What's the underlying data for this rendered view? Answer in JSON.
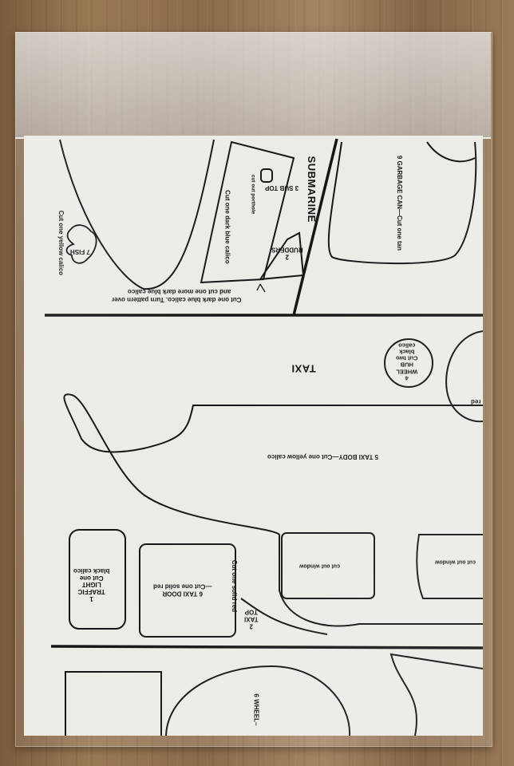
{
  "pattern": {
    "submarine": {
      "section_title": "SUBMARINE",
      "sub_top_lines": [
        "3 SUB TOP"
      ],
      "porthole_note": "cut out porthole",
      "sub_top_cut": "Cut one dark blue calico",
      "rudders_lines": [
        "2",
        "RUDDERS"
      ],
      "rudders_cut_line1": "Cut one dark blue calico. Turn pattern over",
      "rudders_cut_line2": "and cut one more dark blue calico",
      "fish_label": "7 FISH",
      "fish_cut": "Cut one yellow calico"
    },
    "garbage_can": {
      "label": "9 GARBAGE CAN—Cut one tan"
    },
    "taxi": {
      "section_title": "TAXI",
      "wheel_hub_lines": [
        "4",
        "WHEEL",
        "HUB",
        "Cut two",
        "black",
        "calico"
      ],
      "edge_fragment": "red",
      "body_label": "5 TAXI BODY—Cut one yellow calico",
      "window_note_1": "cut out window",
      "window_note_2": "cut out window",
      "traffic_light_lines": [
        "1",
        "TRAFFIC",
        "LIGHT",
        "Cut one",
        "black calico"
      ],
      "taxi_door_lines": [
        "6  TAXI DOOR",
        "—Cut one solid red"
      ],
      "taxi_top_lines": [
        "2",
        "TAXI",
        "TOP"
      ],
      "taxi_top_cut": "Cut one solid red"
    },
    "wheel": {
      "label": "6 WHEEL–"
    }
  }
}
